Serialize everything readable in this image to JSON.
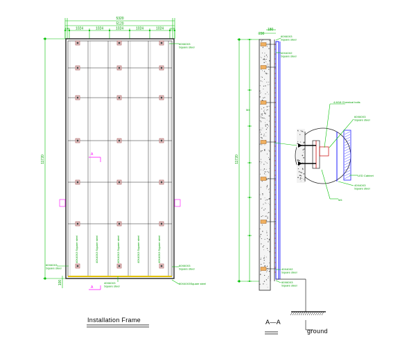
{
  "front_view": {
    "caption": "Installation   Frame",
    "dim_total_width": "5320",
    "dim_inner_width": "5120",
    "dim_segments": [
      "100",
      "1024",
      "1024",
      "1024",
      "1024",
      "1024",
      "100"
    ],
    "dim_height": "11720",
    "dim_bottom": "100",
    "section_mark": "A",
    "label_top_right": "60X60X3\nSquare steel",
    "label_bottom_left": "60X60X3\nSquare steel",
    "label_bottom_right": "60X60X3\nSquare steel",
    "label_bottom_center": "40X60X3\nSquare steel",
    "label_bottom_beam": "80X40X3Square steel",
    "label_verticals": [
      "40X40X3 Square steel",
      "40X40X3 Square steel",
      "40X40X3 Square steel",
      "40X40X3 Square steel",
      "40X40X3 Square steel"
    ]
  },
  "section_view": {
    "caption": "A—A",
    "ground_label": "ground",
    "dim_top": [
      "230",
      "180"
    ],
    "dim_height": "11720",
    "label_top": "60X60X3\nSquare steel",
    "label_second": "40X40X3\nSquare steel",
    "label_bottom_1": "40X40X2\nSquare steel",
    "label_bottom_2": "60X60X3\nSquare steel",
    "side_mark": "M4"
  },
  "detail": {
    "label_bolts": "4-M18  Chemical bolts",
    "label_steel_1": "60X60X3\nSquare steel",
    "label_cabinet": "LED Cabinet",
    "label_steel_2": "40X40X3\nSquare steel",
    "label_m": "M4"
  },
  "colors": {
    "dimension": "#00c000",
    "frame": "#222222",
    "led_cabinet": "#1a1aff",
    "bolt_plate": "#c88080",
    "ground_beam": "#e0c000"
  }
}
